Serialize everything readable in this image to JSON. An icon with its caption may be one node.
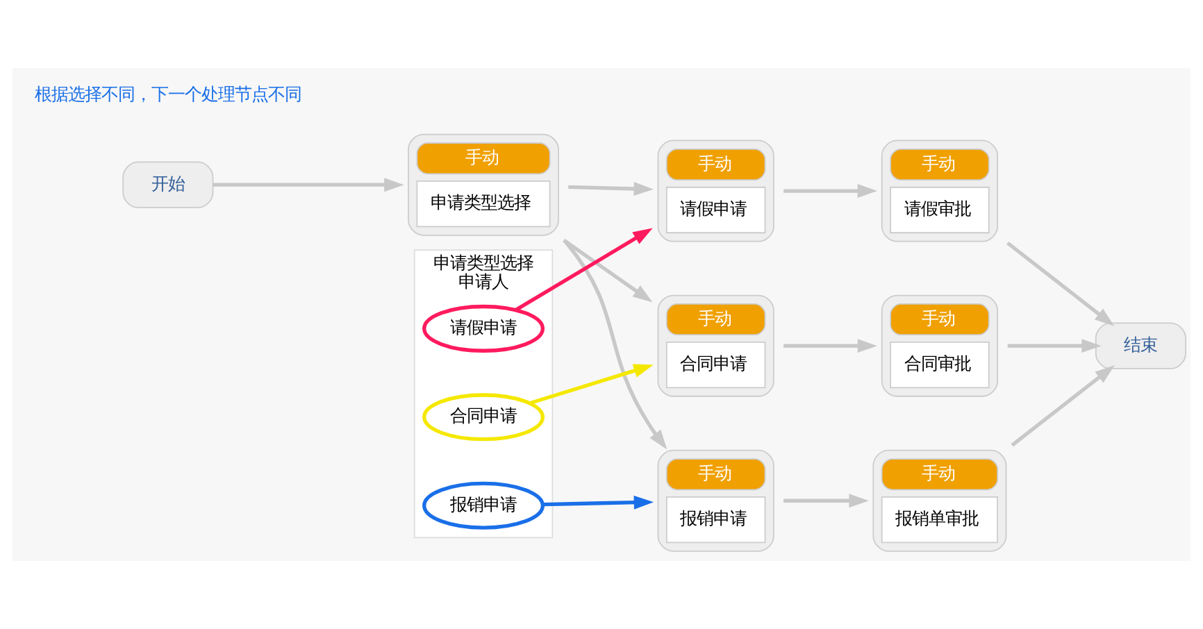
{
  "diagram": {
    "nodes": [
      {
        "text": [
          "开始"
        ]
      },
      {
        "text": [
          "手动",
          "申请类型选择"
        ]
      },
      {
        "text": [
          "手动",
          "请假申请"
        ]
      },
      {
        "text": [
          "手动",
          "合同申请"
        ]
      },
      {
        "text": [
          "手动",
          "报销申请"
        ]
      },
      {
        "text": [
          "手动",
          "请假审批"
        ]
      },
      {
        "text": [
          "手动",
          "合同审批"
        ]
      },
      {
        "text": [
          "手动",
          "报销单审批"
        ]
      },
      {
        "text": [
          "结束"
        ]
      },
      {
        "text": [
          "申请类型选择",
          "申请人"
        ]
      },
      {
        "text": [
          "请假申请"
        ],
        "in": 9
      },
      {
        "text": [
          "合同申请"
        ],
        "in": 9
      },
      {
        "text": [
          "报销申请"
        ],
        "in": 9
      }
    ],
    "edges": [
      {
        "from": 0,
        "to": 1,
        "arrow": "to"
      },
      {
        "from": 1,
        "to": 2,
        "arrow": "to"
      },
      {
        "from": 1,
        "to": 3,
        "arrow": "to"
      },
      {
        "from": 1,
        "to": 4,
        "arrow": "to"
      },
      {
        "from": 2,
        "to": 5,
        "arrow": "to"
      },
      {
        "from": 3,
        "to": 6,
        "arrow": "to"
      },
      {
        "from": 4,
        "to": 7,
        "arrow": "to"
      },
      {
        "from": 5,
        "to": 8,
        "arrow": "to"
      },
      {
        "from": 6,
        "to": 8,
        "arrow": "to"
      },
      {
        "from": 7,
        "to": 8,
        "arrow": "to"
      },
      {
        "from": 10,
        "to": 2,
        "arrow": "to",
        "color": "#ff1a5e"
      },
      {
        "from": 11,
        "to": 3,
        "arrow": "to",
        "color": "#f5e800"
      },
      {
        "from": 12,
        "to": 4,
        "arrow": "to",
        "color": "#1a6fe8"
      }
    ],
    "labels": [
      "根据选择不同，下一个处理节点不同"
    ]
  }
}
